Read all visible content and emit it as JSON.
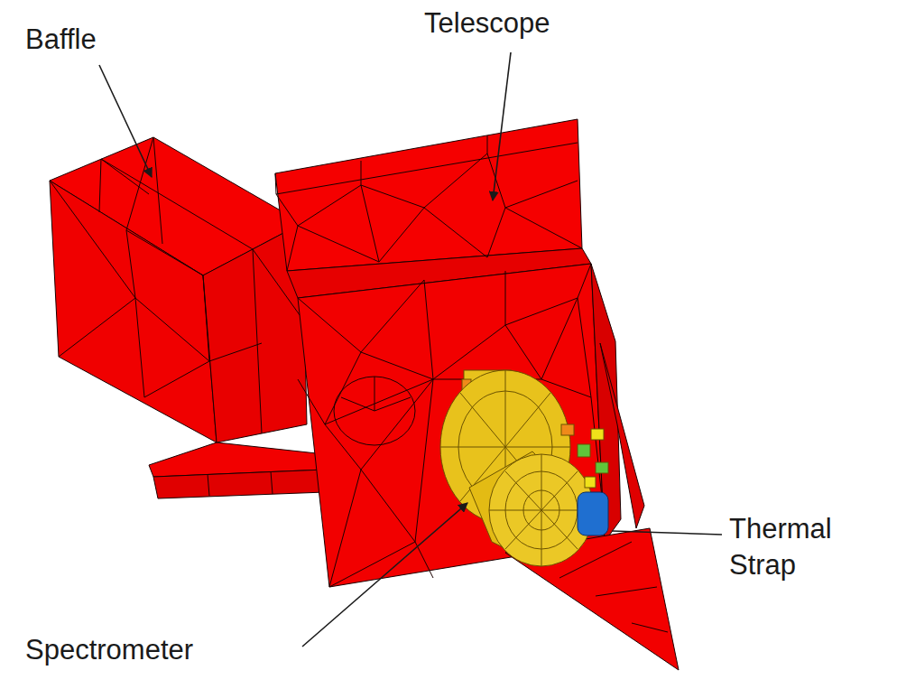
{
  "diagram": {
    "labels": [
      "Baffle",
      "Telescope",
      "Thermal Strap",
      "Spectrometer"
    ]
  }
}
